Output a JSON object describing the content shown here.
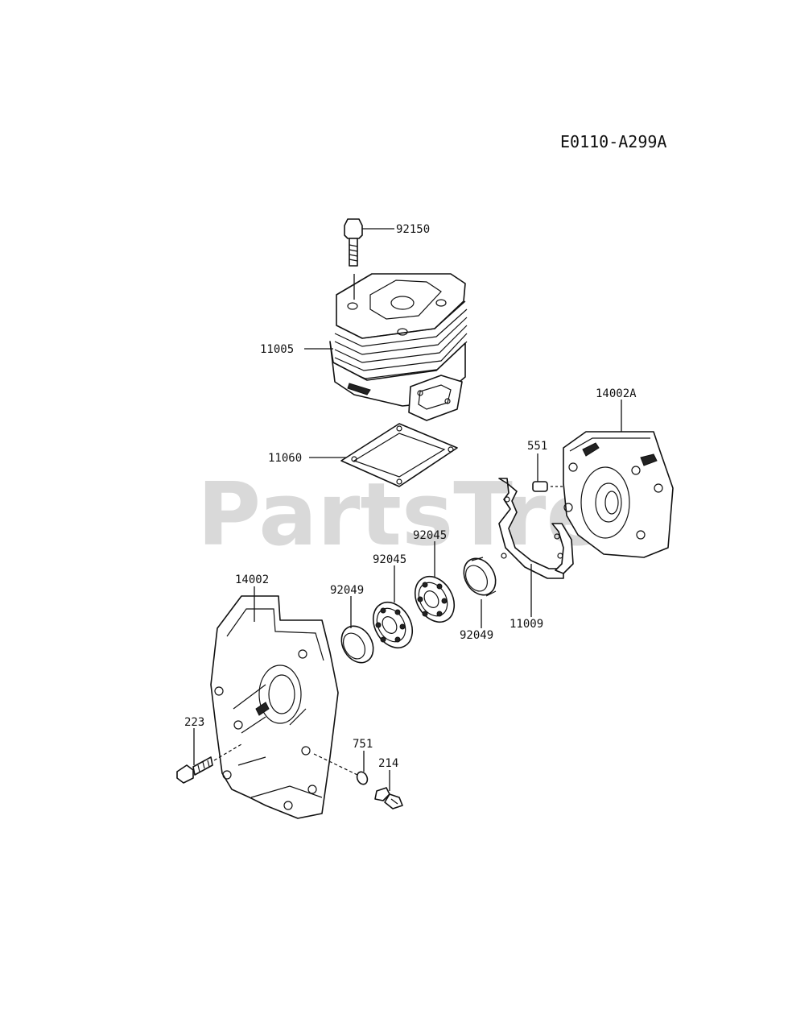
{
  "diagram_code": "E0110-A299A",
  "watermark": "PartsTree",
  "callouts": [
    {
      "id": "92150",
      "label": "92150"
    },
    {
      "id": "11005",
      "label": "11005"
    },
    {
      "id": "11060",
      "label": "11060"
    },
    {
      "id": "14002A",
      "label": "14002A"
    },
    {
      "id": "551",
      "label": "551"
    },
    {
      "id": "92045a",
      "label": "92045"
    },
    {
      "id": "92045b",
      "label": "92045"
    },
    {
      "id": "92049a",
      "label": "92049"
    },
    {
      "id": "92049b",
      "label": "92049"
    },
    {
      "id": "11009",
      "label": "11009"
    },
    {
      "id": "14002",
      "label": "14002"
    },
    {
      "id": "223",
      "label": "223"
    },
    {
      "id": "751",
      "label": "751"
    },
    {
      "id": "214",
      "label": "214"
    }
  ]
}
